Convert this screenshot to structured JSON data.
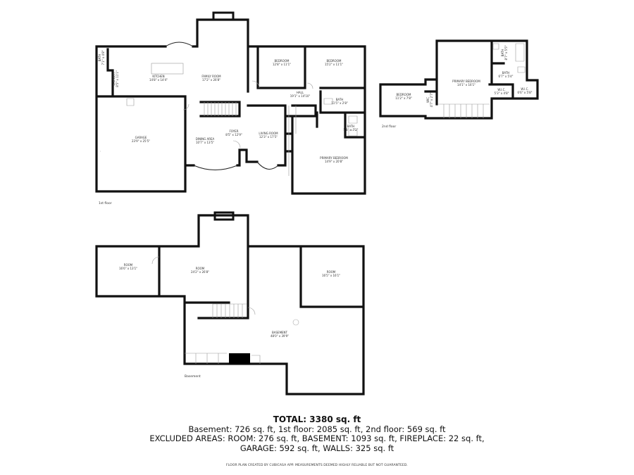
{
  "floors": {
    "first": {
      "label": "1st floor",
      "rooms": [
        {
          "name": "KITCHEN",
          "size": "14'8\" x 14'4\""
        },
        {
          "name": "FAMILY ROOM",
          "size": "17'2\" x 26'8\""
        },
        {
          "name": "BEDROOM",
          "size": "12'8\" x 11'1\""
        },
        {
          "name": "BEDROOM",
          "size": "15'2\" x 11'1\""
        },
        {
          "name": "HALL",
          "size": "19'1\" x 14'10\""
        },
        {
          "name": "BATH",
          "size": "11'5\" x 2'8\""
        },
        {
          "name": "BATH",
          "size": "5'8\" x 7'2\""
        },
        {
          "name": "GARAGE",
          "size": "23'9\" x 25'5\""
        },
        {
          "name": "DINING AREA",
          "size": "10'7\" x 13'5\""
        },
        {
          "name": "FOYER",
          "size": "8'5\" x 12'9\""
        },
        {
          "name": "LIVING ROOM",
          "size": "12'3\" x 17'5\""
        },
        {
          "name": "PRIMARY BEDROOM",
          "size": "14'9\" x 20'8\""
        },
        {
          "name": "LAUNDRY",
          "size": "8'5\" x 11'1\""
        },
        {
          "name": "BATH",
          "size": "7'1\" x 4'8\""
        }
      ]
    },
    "second": {
      "label": "2nd floor",
      "rooms": [
        {
          "name": "PRIMARY BEDROOM",
          "size": "14'1\" x 16'1\""
        },
        {
          "name": "BATH",
          "size": "6'7\" x 5'4\""
        },
        {
          "name": "BATH",
          "size": "8'7\" x 5'5\""
        },
        {
          "name": "W.I.C.",
          "size": "5'3\" x 4'8\""
        },
        {
          "name": "W.I.C.",
          "size": "6'6\" x 5'8\""
        },
        {
          "name": "BEDROOM",
          "size": "11'2\" x 7'8\""
        },
        {
          "name": "WIC",
          "size": "4'7\" x 2'7\""
        }
      ]
    },
    "basement": {
      "label": "Basement",
      "rooms": [
        {
          "name": "ROOM",
          "size": "16'6\" x 13'1\""
        },
        {
          "name": "ROOM",
          "size": "24'2\" x 26'8\""
        },
        {
          "name": "ROOM",
          "size": "16'5\" x 16'1\""
        },
        {
          "name": "BASEMENT",
          "size": "48'0\" x 39'9\""
        }
      ]
    }
  },
  "summary": {
    "total": "TOTAL: 3380 sq. ft",
    "line1": "Basement: 726 sq. ft, 1st floor: 2085 sq. ft, 2nd floor: 569 sq. ft",
    "line2": "EXCLUDED AREAS: ROOM: 276 sq. ft, BASEMENT: 1093 sq. ft, FIREPLACE: 22 sq. ft,",
    "line3": "GARAGE: 592 sq. ft, WALLS: 325 sq. ft",
    "disclaimer": "FLOOR PLAN CREATED BY CUBICASA APP. MEASUREMENTS DEEMED HIGHLY RELIABLE BUT NOT GUARANTEED."
  },
  "colors": {
    "walls": "#111111",
    "background": "#ffffff",
    "fireplace": "#000000"
  }
}
